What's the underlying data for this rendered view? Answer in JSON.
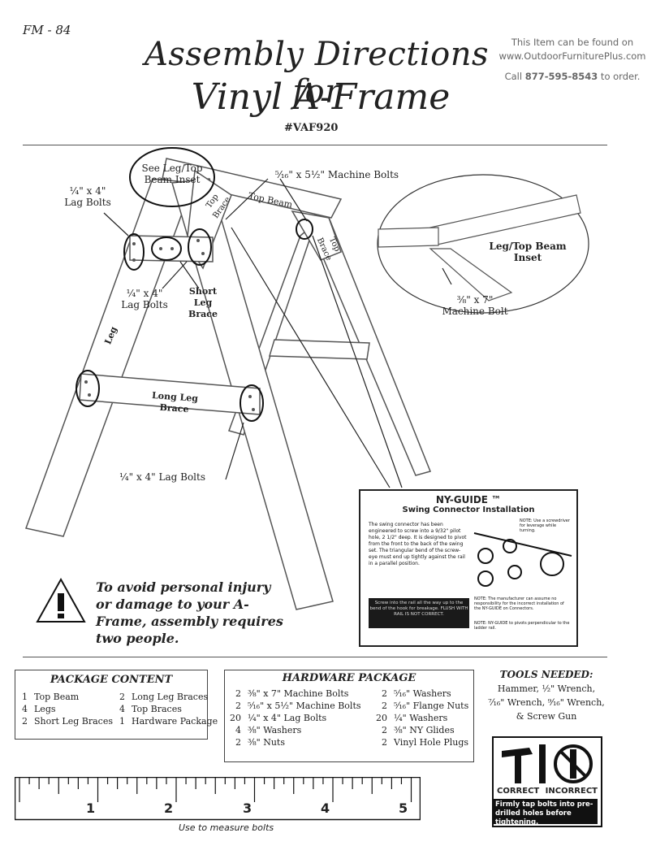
{
  "header": {
    "code": "FM - 84",
    "title_line1": "Assembly Directions for",
    "title_line2": "Vinyl A-Frame",
    "model": "#VAF920"
  },
  "promo": {
    "line1": "This Item can be found on",
    "line2": "www.OutdoorFurniturePlus.com",
    "line3_pre": "Call ",
    "phone": "877-595-8543",
    "line3_post": " to order."
  },
  "labels": {
    "see_inset": "See Leg/Top Beam Inset",
    "machine_bolts_516": "⁵⁄₁₆\" x 5½\" Machine Bolts",
    "lag_bolts_top": "¼\" x 4\" Lag Bolts",
    "top_brace_left": "Top Brace",
    "top_beam": "Top Beam",
    "top_brace_right": "Top Brace",
    "lag_bolts_mid": "¼\" x 4\" Lag Bolts",
    "short_leg_brace": "Short Leg Brace",
    "leg": "Leg",
    "long_leg_brace": "Long Leg Brace",
    "lag_bolts_bottom": "¼\" x 4\" Lag Bolts",
    "inset_title": "Leg/Top Beam Inset",
    "machine_bolt_38": "³⁄₈\" x 7\" Machine Bolt"
  },
  "nyguide": {
    "title": "NY-GUIDE ™",
    "subtitle": "Swing Connector Installation",
    "body": "The swing connector has been engineered to screw into a 9/32\" pilot hole, 2 1/2\" deep. It is designed to pivot from the front to the back of the swing set. The triangular bend of the screw-eye must end up tightly against the rail in a parallel position.",
    "note1": "NOTE: Use a screwdriver for leverage while turning.",
    "dark_box": "Screw into the rail all the way up to the bend of the hook for breakage. FLUSH WITH RAIL IS NOT CORRECT.",
    "note2": "NOTE: The manufacturer can assume no responsibility for the incorrect installation of the NY-GUIDE on Connectors.",
    "note3": "NOTE: NY-GUIDE to pivots perpendicular to the ladder rail."
  },
  "warning": {
    "text": "To avoid personal injury or damage to your A-Frame, assembly requires two people."
  },
  "package_content": {
    "heading": "PACKAGE CONTENT",
    "rows": [
      {
        "q1": "1",
        "i1": "Top Beam",
        "q2": "2",
        "i2": "Long Leg Braces"
      },
      {
        "q1": "4",
        "i1": "Legs",
        "q2": "4",
        "i2": "Top Braces"
      },
      {
        "q1": "2",
        "i1": "Short Leg Braces",
        "q2": "1",
        "i2": "Hardware Package"
      }
    ]
  },
  "hardware_package": {
    "heading": "HARDWARE PACKAGE",
    "rows": [
      {
        "q1": "2",
        "i1": "³⁄₈\" x 7\" Machine Bolts",
        "q2": "2",
        "i2": "⁵⁄₁₆\" Washers"
      },
      {
        "q1": "2",
        "i1": "⁵⁄₁₆\" x 5½\" Machine Bolts",
        "q2": "2",
        "i2": "⁵⁄₁₆\" Flange Nuts"
      },
      {
        "q1": "20",
        "i1": "¼\" x 4\" Lag Bolts",
        "q2": "20",
        "i2": "¼\" Washers"
      },
      {
        "q1": "4",
        "i1": "³⁄₈\" Washers",
        "q2": "2",
        "i2": "³⁄₈\" NY Glides"
      },
      {
        "q1": "2",
        "i1": "³⁄₈\" Nuts",
        "q2": "2",
        "i2": "Vinyl Hole Plugs"
      }
    ]
  },
  "tools": {
    "heading": "TOOLS NEEDED:",
    "line1": "Hammer, ½\" Wrench,",
    "line2": "⁷⁄₁₆\" Wrench, ⁹⁄₁₆\" Wrench,",
    "line3": "& Screw Gun"
  },
  "bolt_guide": {
    "correct": "CORRECT",
    "incorrect": "INCORRECT",
    "note": "Firmly tap bolts into pre-drilled holes before tightening."
  },
  "ruler": {
    "numbers": [
      "1",
      "2",
      "3",
      "4",
      "5"
    ],
    "label": "Use to measure bolts"
  },
  "colors": {
    "frame_fill": "#ffffff",
    "frame_stroke": "#555555",
    "dark": "#1a1a1a"
  }
}
